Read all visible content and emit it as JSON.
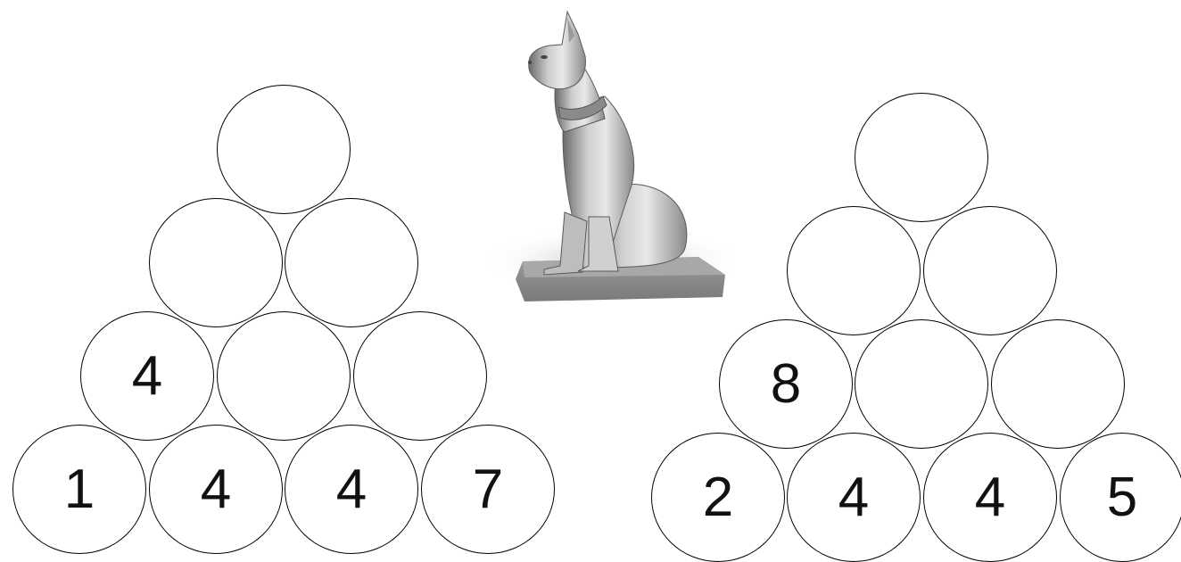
{
  "pyramids": [
    {
      "rows": [
        [
          ""
        ],
        [
          "",
          ""
        ],
        [
          "4",
          "",
          ""
        ],
        [
          "1",
          "4",
          "4",
          "7"
        ]
      ]
    },
    {
      "rows": [
        [
          ""
        ],
        [
          "",
          ""
        ],
        [
          "8",
          "",
          ""
        ],
        [
          "2",
          "4",
          "4",
          "5"
        ]
      ]
    }
  ],
  "image": {
    "subject": "cat-statue"
  }
}
